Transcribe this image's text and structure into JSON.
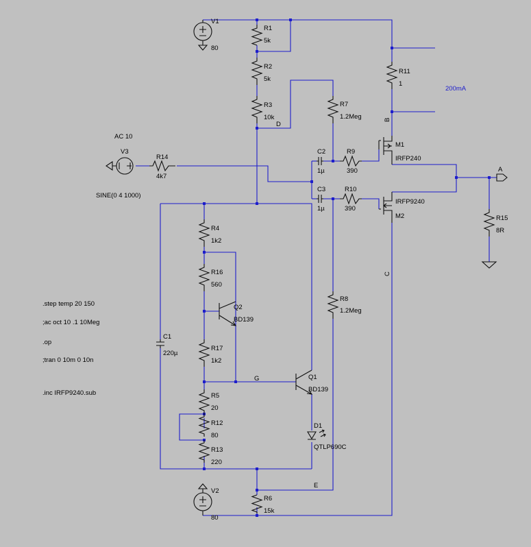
{
  "components": {
    "v1": {
      "ref": "V1",
      "value": "80"
    },
    "v2": {
      "ref": "V2",
      "value": "80"
    },
    "v3": {
      "ref": "V3",
      "ac": "AC 10",
      "source": "SINE(0 4 1000)"
    },
    "r1": {
      "ref": "R1",
      "value": "5k"
    },
    "r2": {
      "ref": "R2",
      "value": "5k"
    },
    "r3": {
      "ref": "R3",
      "value": "10k"
    },
    "r4": {
      "ref": "R4",
      "value": "1k2"
    },
    "r5": {
      "ref": "R5",
      "value": "20"
    },
    "r6": {
      "ref": "R6",
      "value": "15k"
    },
    "r7": {
      "ref": "R7",
      "value": "1.2Meg"
    },
    "r8": {
      "ref": "R8",
      "value": "1.2Meg"
    },
    "r9": {
      "ref": "R9",
      "value": "390"
    },
    "r10": {
      "ref": "R10",
      "value": "390"
    },
    "r11": {
      "ref": "R11",
      "value": "1"
    },
    "r12": {
      "ref": "R12",
      "value": "80"
    },
    "r13": {
      "ref": "R13",
      "value": "220"
    },
    "r14": {
      "ref": "R14",
      "value": "4k7"
    },
    "r15": {
      "ref": "R15",
      "value": "8R"
    },
    "r16": {
      "ref": "R16",
      "value": "560"
    },
    "r17": {
      "ref": "R17",
      "value": "1k2"
    },
    "c1": {
      "ref": "C1",
      "value": "220µ"
    },
    "c2": {
      "ref": "C2",
      "value": "1µ"
    },
    "c3": {
      "ref": "C3",
      "value": "1µ"
    },
    "q1": {
      "ref": "Q1",
      "value": "BD139"
    },
    "q2": {
      "ref": "Q2",
      "value": "BD139"
    },
    "m1": {
      "ref": "M1",
      "value": "IRFP240"
    },
    "m2": {
      "ref": "M2",
      "value": "IRFP9240"
    },
    "d1": {
      "ref": "D1",
      "value": "QTLP690C"
    }
  },
  "net_labels": {
    "b": "B",
    "c": "C",
    "d": "D",
    "e": "E",
    "g": "G",
    "a": "A"
  },
  "annotation": "200mA",
  "directives": [
    ".step temp 20 150",
    ";ac oct 10 .1 10Meg",
    ".op",
    ";tran 0 10m 0 10n",
    ".inc IRFP9240.sub"
  ],
  "colors": {
    "background": "#c0c0c0",
    "wire": "#1d1dcc",
    "component": "#101010",
    "text": "#000000",
    "annotation": "#1d1dcc"
  }
}
